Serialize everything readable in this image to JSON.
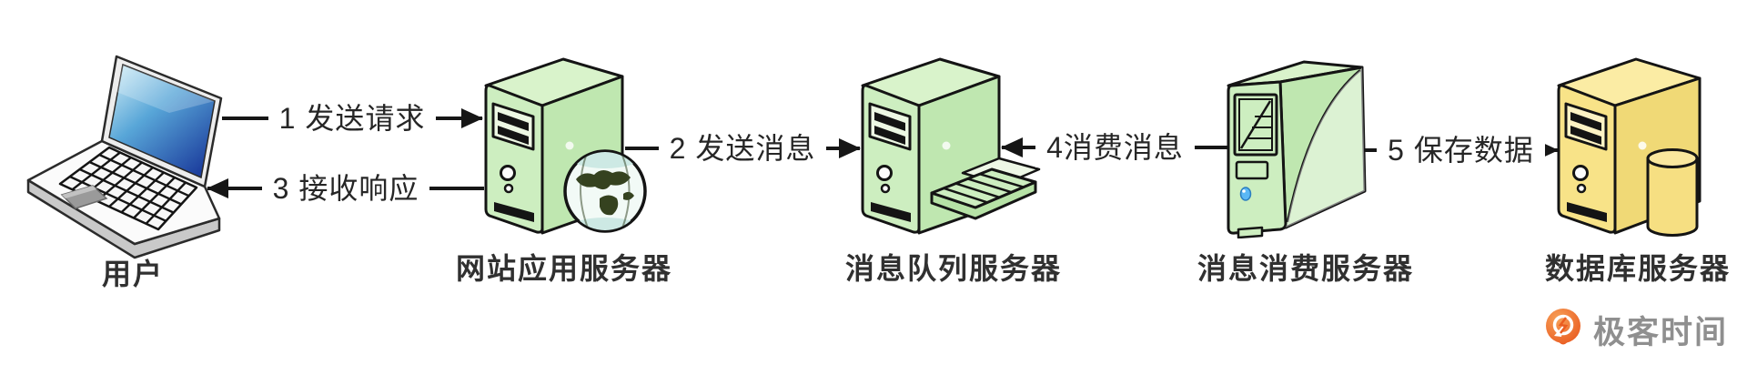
{
  "diagram": {
    "nodes": [
      {
        "id": "user",
        "label": "用户",
        "icon": "laptop-icon"
      },
      {
        "id": "web-app-server",
        "label": "网站应用服务器",
        "icon": "green-server-globe-icon"
      },
      {
        "id": "message-queue-server",
        "label": "消息队列服务器",
        "icon": "green-server-tray-icon"
      },
      {
        "id": "message-consumer-server",
        "label": "消息消费服务器",
        "icon": "green-tower-server-icon"
      },
      {
        "id": "database-server",
        "label": "数据库服务器",
        "icon": "yellow-server-database-icon"
      }
    ],
    "edges": [
      {
        "id": "1",
        "label": "1 发送请求",
        "from": "user",
        "to": "web-app-server",
        "direction": "right"
      },
      {
        "id": "2",
        "label": "2 发送消息",
        "from": "web-app-server",
        "to": "message-queue-server",
        "direction": "right"
      },
      {
        "id": "3",
        "label": "3 接收响应",
        "from": "web-app-server",
        "to": "user",
        "direction": "left"
      },
      {
        "id": "4",
        "label": "4消费消息",
        "from": "message-consumer-server",
        "to": "message-queue-server",
        "direction": "left"
      },
      {
        "id": "5",
        "label": "5 保存数据",
        "from": "message-consumer-server",
        "to": "database-server",
        "direction": "right"
      }
    ]
  },
  "branding": {
    "logo_text": "极客时间",
    "logo_orange": "#EA5C20",
    "logo_text_color": "#8F8F8F"
  },
  "colors": {
    "background": "#FFFFFF",
    "line": "#161616",
    "server_green_front": "#CDEEC0",
    "server_green_side": "#BFE7B0",
    "server_green_top": "#D9F3CB",
    "server_yellow_front": "#F8E388",
    "server_yellow_side": "#F0D976",
    "server_yellow_top": "#FBECA4",
    "label_color": "#303030"
  }
}
